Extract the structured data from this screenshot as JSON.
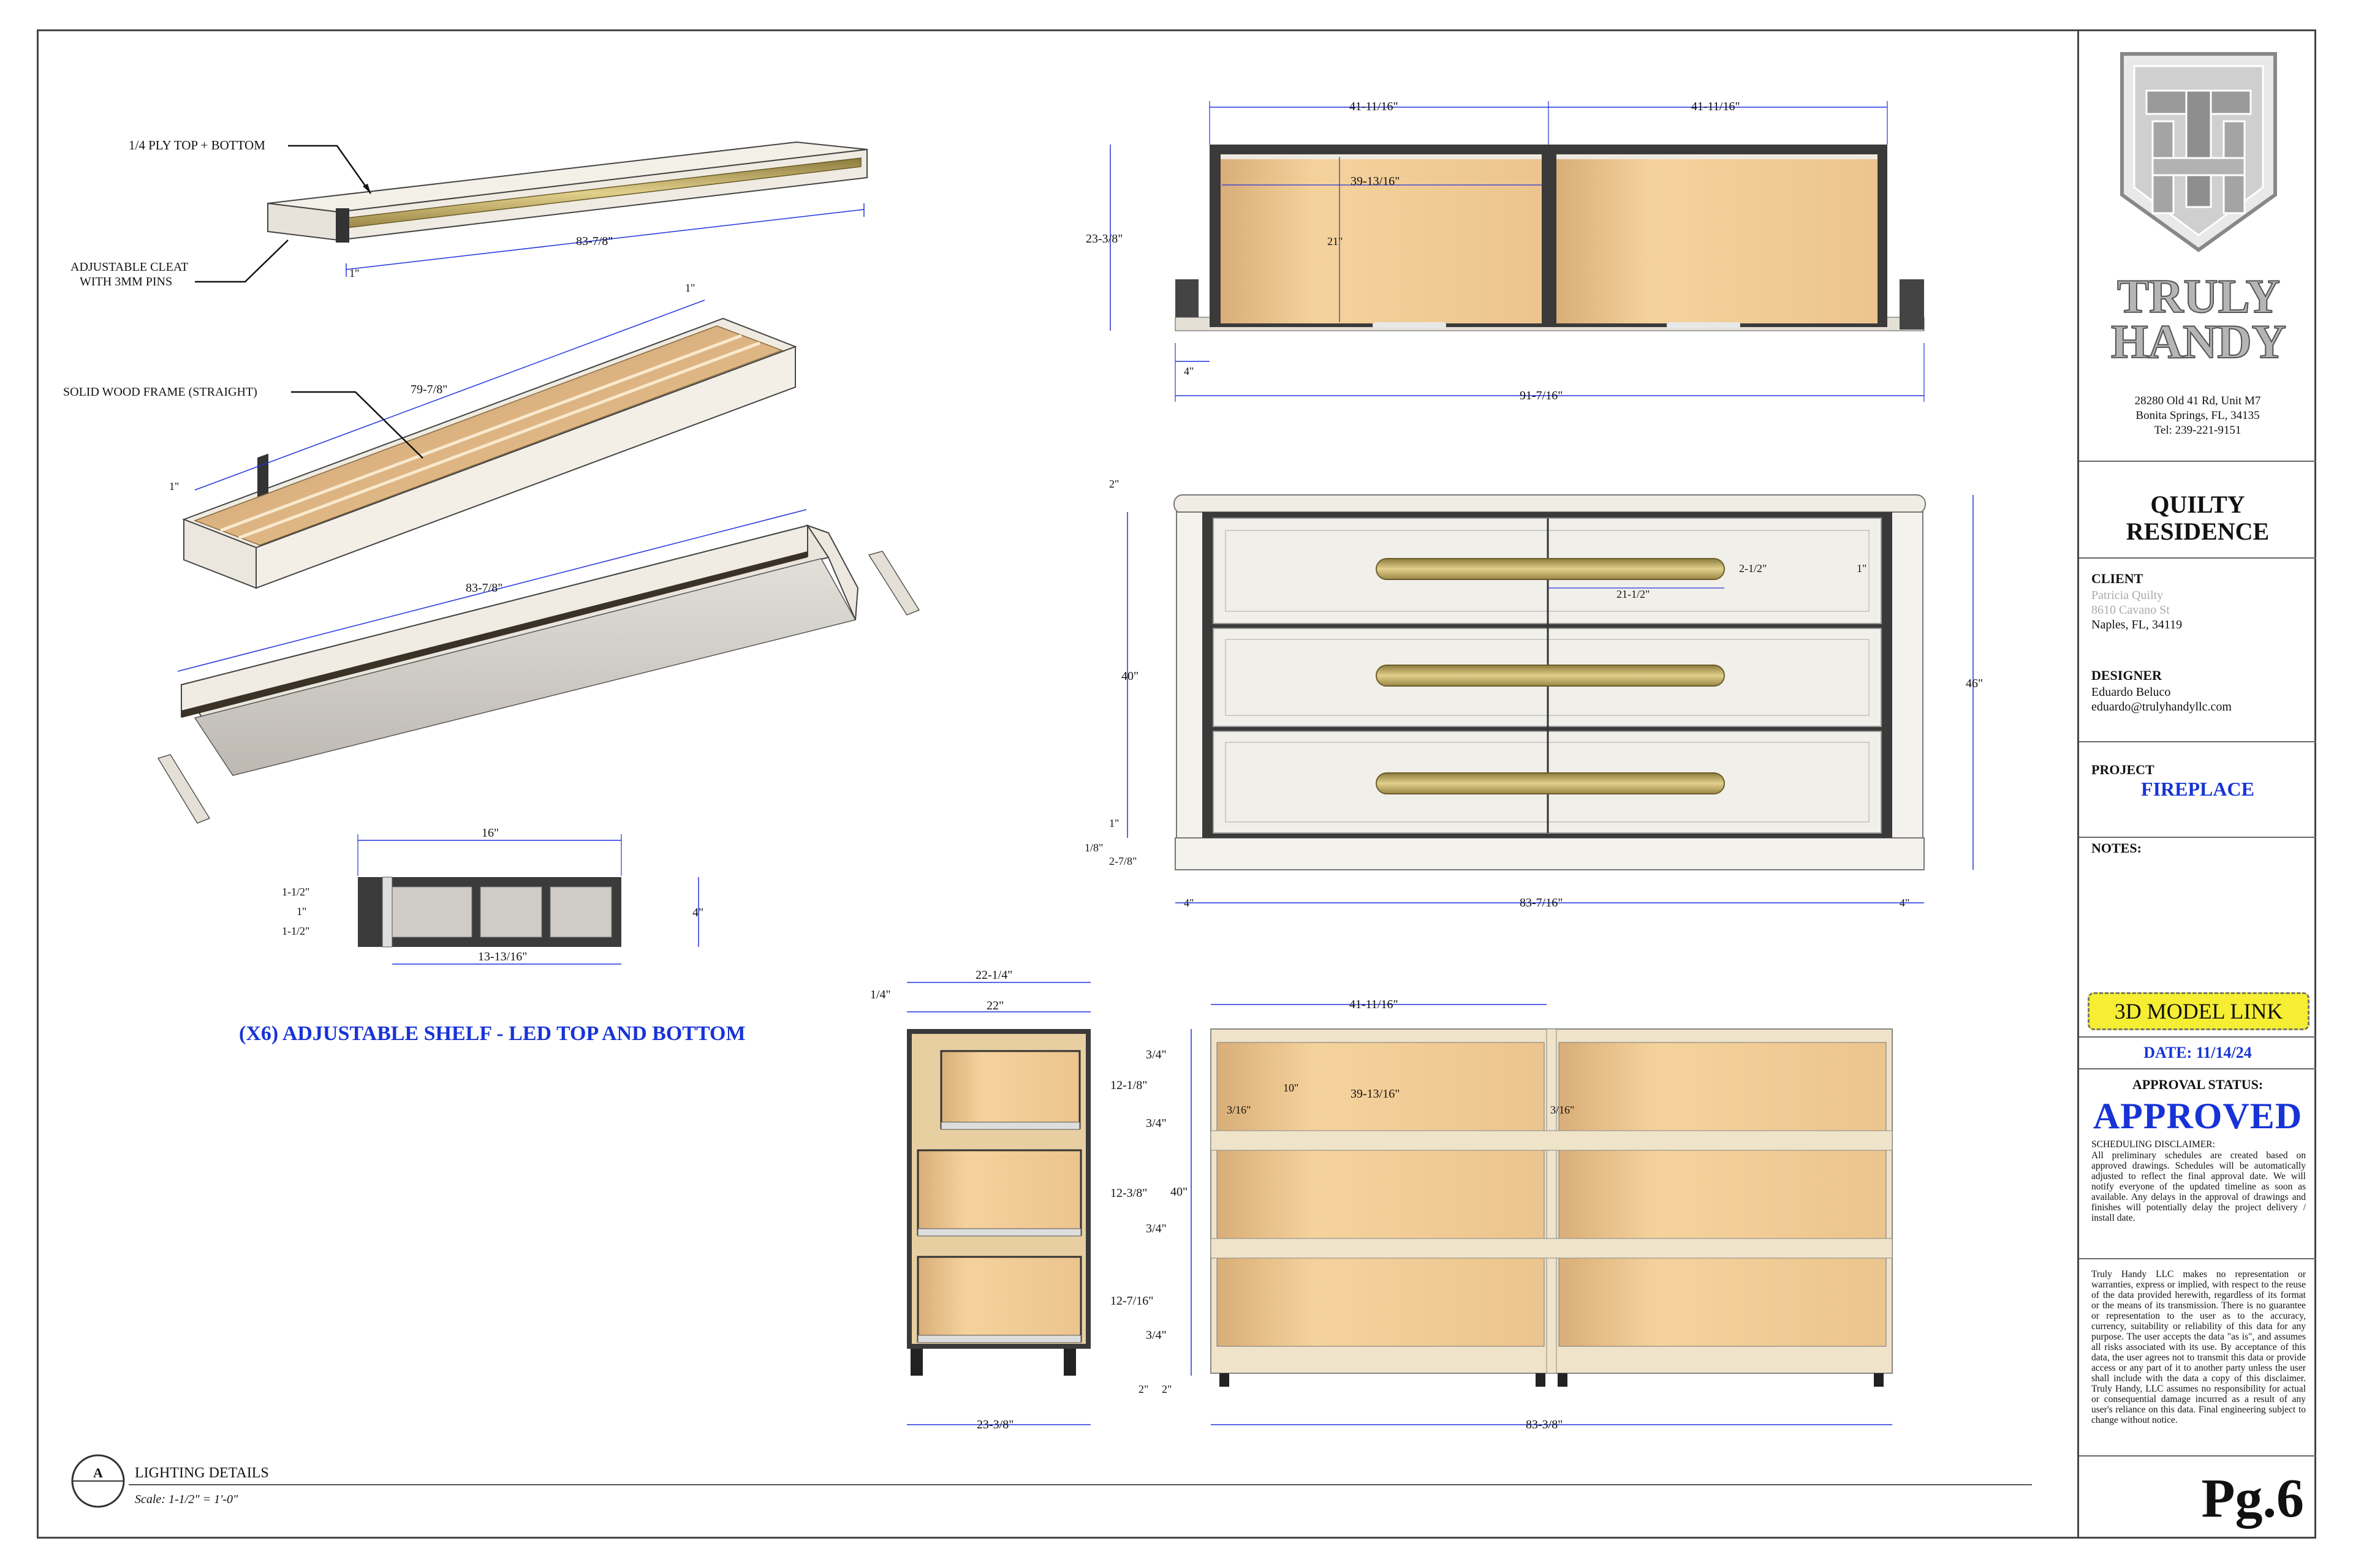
{
  "titleblock": {
    "logo_line1": "TRULY",
    "logo_line2": "HANDY",
    "address_line1": "28280 Old 41 Rd, Unit M7",
    "address_line2": "Bonita Springs, FL, 34135",
    "address_line3": "Tel: 239-221-9151",
    "project_title_line1": "QUILTY",
    "project_title_line2": "RESIDENCE",
    "client_label": "CLIENT",
    "client_name": "Patricia Quilty",
    "client_street": "8610 Cavano St",
    "client_city": "Naples, FL, 34119",
    "designer_label": "DESIGNER",
    "designer_name": "Eduardo Beluco",
    "designer_email": "eduardo@trulyhandyllc.com",
    "project_label": "PROJECT",
    "project_value": "FIREPLACE",
    "notes_label": "NOTES:",
    "model_link_label": "3D MODEL LINK",
    "date": "DATE: 11/14/24",
    "approval_label": "APPROVAL STATUS:",
    "approval_value": "APPROVED",
    "disclaimer_title": "SCHEDULING DISCLAIMER:",
    "disclaimer_text": "All preliminary schedules are created based on approved drawings. Schedules will be automatically adjusted to reflect the final approval date. We will notify everyone of the updated timeline as soon as available. Any delays in the approval of drawings and finishes will potentially delay the project delivery / install date.",
    "legal_text": "Truly Handy LLC makes no representation or warranties, express or implied, with respect to the reuse of the data provided herewith, regardless of its format or the means of its transmission. There is no guarantee or representation to the user as to the accuracy, currency, suitability or reliability of this data for any purpose. The user accepts the data \"as is\", and assumes all risks associated with its use. By acceptance of this data, the user agrees not to transmit this data or provide access or any part of it to another party unless the user shall include with the data a copy of this disclaimer. Truly Handy, LLC assumes no responsibility for actual or consequential damage incurred as a result of any user's reliance on this data. Final engineering subject to change without notice.",
    "page": "Pg.6"
  },
  "shelf_details": {
    "callout_top": "1/4 PLY TOP + BOTTOM",
    "callout_cleat_1": "ADJUSTABLE CLEAT",
    "callout_cleat_2": "WITH 3MM PINS",
    "callout_frame": "SOLID WOOD FRAME (STRAIGHT)",
    "dim_top_len": "83-7/8\"",
    "dim_top_h": "1\"",
    "dim_frame_len": "79-7/8\"",
    "dim_frame_w1": "1\"",
    "dim_frame_w2": "1\"",
    "dim_bottom_len": "83-7/8\"",
    "section_w": "16\"",
    "section_h": "4\"",
    "section_inner": "13-13/16\"",
    "section_a": "1-1/2\"",
    "section_b": "1\"",
    "section_c": "1-1/2\"",
    "title": "(X6) ADJUSTABLE SHELF - LED TOP AND BOTTOM"
  },
  "plan_view": {
    "w_left": "41-11/16\"",
    "w_right": "41-11/16\"",
    "depth": "23-3/8\"",
    "inner_w": "39-13/16\"",
    "inner_d": "21\"",
    "toe": "4\"",
    "total": "91-7/16\""
  },
  "front_view": {
    "top": "2\"",
    "pull_h": "2-1/2\"",
    "pull_w": "21-1/2\"",
    "reveal": "1\"",
    "body_h": "40\"",
    "total_h": "46\"",
    "bottom_gap": "1\"",
    "base_a": "1/8\"",
    "base_b": "2-7/8\"",
    "side_l": "4\"",
    "width": "83-7/16\"",
    "side_r": "4\""
  },
  "side_section": {
    "top_off": "1/4\"",
    "outer_d": "22-1/4\"",
    "inner_d": "22\"",
    "d1": "3/4\"",
    "h1": "12-1/8\"",
    "d2": "3/4\"",
    "h2": "12-3/8\"",
    "d3": "3/4\"",
    "h3": "12-7/16\"",
    "d4": "3/4\"",
    "leg": "2\"",
    "leg2": "2\"",
    "total_h": "40\"",
    "depth": "23-3/8\""
  },
  "open_front": {
    "w": "41-11/16\"",
    "drawer_h": "10\"",
    "drawer_w": "39-13/16\"",
    "gap_l": "3/16\"",
    "gap_r": "3/16\"",
    "total": "83-3/8\""
  },
  "footer": {
    "marker": "A",
    "title": "LIGHTING DETAILS",
    "scale": "Scale: 1-1/2\" = 1'-0\""
  },
  "colors": {
    "dimension": "#2233dd",
    "wood": "#e8c08a",
    "frame": "#f2efe6",
    "brass": "#c7b06a",
    "dark": "#3a3a3a",
    "accent_blue": "#1733d6",
    "link_yellow": "#f5ee33"
  }
}
